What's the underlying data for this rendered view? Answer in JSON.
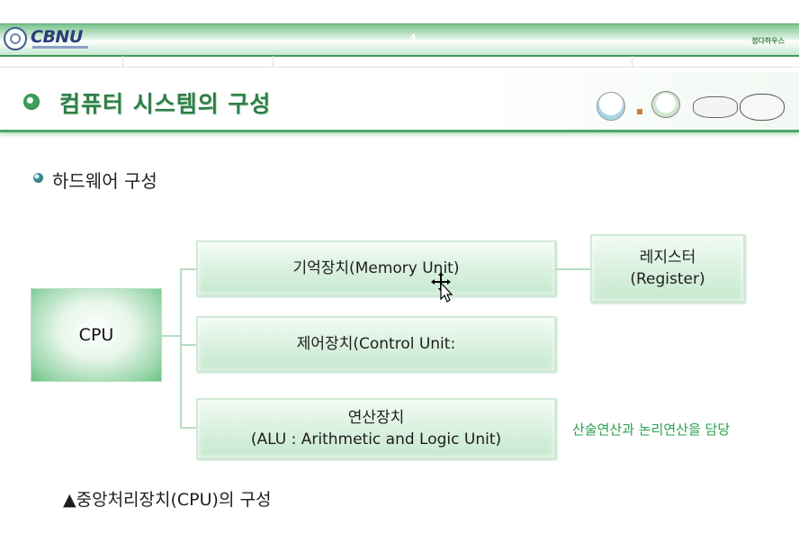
{
  "header": {
    "logo_text": "CBNU",
    "page_indicator": "4",
    "corner_tag": "정다하우스"
  },
  "slide": {
    "title": "컴퓨터 시스템의 구성",
    "subheading": "하드웨어 구성",
    "caption": "▲중앙처리장치(CPU)의 구성"
  },
  "diagram": {
    "cpu": "CPU",
    "memory_unit": "기억장치(Memory Unit)",
    "control_unit": "제어장치(Control Unit:",
    "alu_line1": "연산장치",
    "alu_line2": "(ALU : Arithmetic and  Logic Unit)",
    "register_line1": "레지스터",
    "register_line2": "(Register)",
    "alu_note": "산술연산과 논리연산을 담당"
  },
  "colors": {
    "accent_green": "#2f7f47",
    "note_green": "#2aa04c",
    "box_fill": "#ddf2e2"
  }
}
